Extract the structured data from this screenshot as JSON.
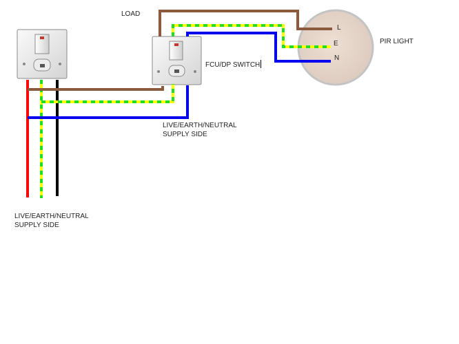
{
  "labels": {
    "load": "LOAD",
    "fcu_switch": "FCU/DP SWITCH",
    "pir_light": "PIR LIGHT",
    "supply_center_line1": "LIVE/EARTH/NEUTRAL",
    "supply_center_line2": "SUPPLY SIDE",
    "supply_left_line1": "LIVE/EARTH/NEUTRAL",
    "supply_left_line2": "SUPPLY SIDE"
  },
  "terminals": {
    "live": "L",
    "earth": "E",
    "neutral": "N"
  },
  "icons": {
    "left_switch": "fused-spur-switch-icon",
    "right_switch": "fused-spur-switch-icon",
    "light": "pir-light-icon"
  },
  "colors": {
    "live_supply": "#ff0000",
    "neutral_supply": "#000000",
    "switched_live": "#8b5a3c",
    "neutral": "#0000ee",
    "earth_yellow": "#ffff00",
    "earth_green": "#22dd22",
    "light_fill": "#e8d8cc"
  }
}
